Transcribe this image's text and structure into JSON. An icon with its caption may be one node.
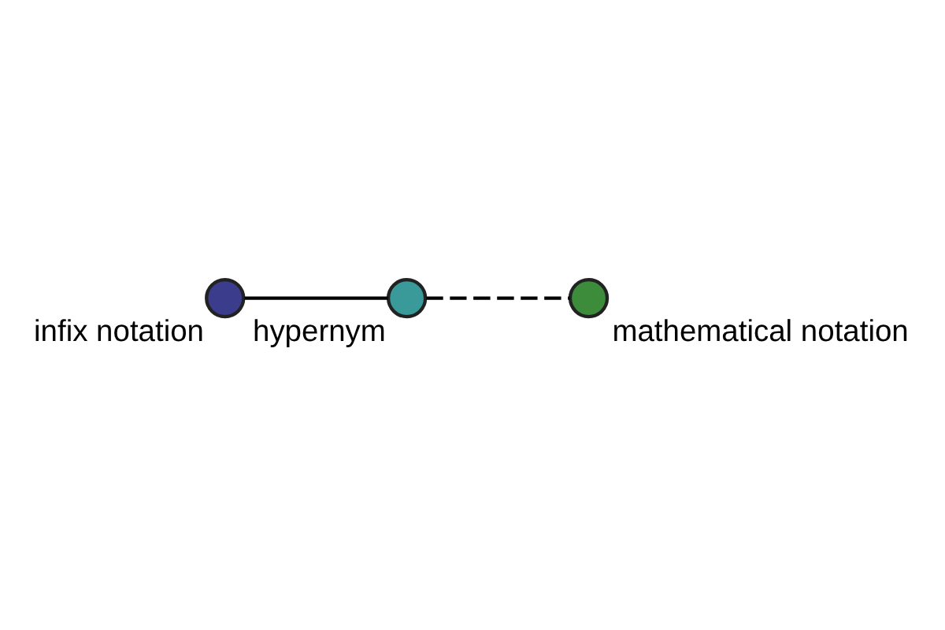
{
  "diagram": {
    "nodes": [
      {
        "text": [],
        "shape": "circle",
        "beside": [
          "infix notation"
        ]
      },
      {
        "text": [],
        "shape": "circle",
        "beside": [
          "hypernym"
        ]
      },
      {
        "text": [],
        "shape": "circle",
        "beside": [
          "mathematical notation"
        ]
      }
    ],
    "edges": [
      {
        "from": 0,
        "to": 1,
        "arrow": "none"
      },
      {
        "from": 1,
        "to": 2,
        "arrow": "none",
        "style": "dashed"
      }
    ]
  }
}
